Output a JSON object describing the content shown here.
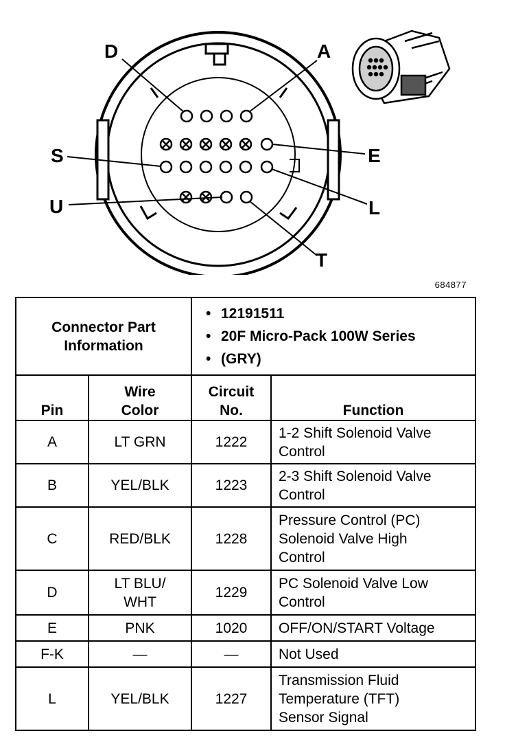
{
  "diagram": {
    "pin_labels": {
      "D": "D",
      "A": "A",
      "S": "S",
      "E": "E",
      "U": "U",
      "L": "L",
      "T": "T"
    },
    "figure_number": "684877"
  },
  "connector_info": {
    "title": "Connector Part\nInformation",
    "items": [
      "12191511",
      "20F Micro-Pack 100W Series",
      "(GRY)"
    ]
  },
  "table": {
    "headers": {
      "pin": "Pin",
      "wire_color": "Wire\nColor",
      "circuit_no": "Circuit\nNo.",
      "function": "Function"
    },
    "rows": [
      {
        "pin": "A",
        "wire_color": "LT GRN",
        "circuit": "1222",
        "function": "1-2 Shift Solenoid Valve\nControl"
      },
      {
        "pin": "B",
        "wire_color": "YEL/BLK",
        "circuit": "1223",
        "function": "2-3 Shift Solenoid Valve\nControl"
      },
      {
        "pin": "C",
        "wire_color": "RED/BLK",
        "circuit": "1228",
        "function": "Pressure Control (PC)\nSolenoid Valve High\nControl"
      },
      {
        "pin": "D",
        "wire_color": "LT BLU/\nWHT",
        "circuit": "1229",
        "function": "PC Solenoid Valve Low\nControl"
      },
      {
        "pin": "E",
        "wire_color": "PNK",
        "circuit": "1020",
        "function": "OFF/ON/START Voltage"
      },
      {
        "pin": "F-K",
        "wire_color": "—",
        "circuit": "—",
        "function": "Not Used"
      },
      {
        "pin": "L",
        "wire_color": "YEL/BLK",
        "circuit": "1227",
        "function": "Transmission Fluid\nTemperature (TFT)\nSensor Signal"
      }
    ]
  }
}
